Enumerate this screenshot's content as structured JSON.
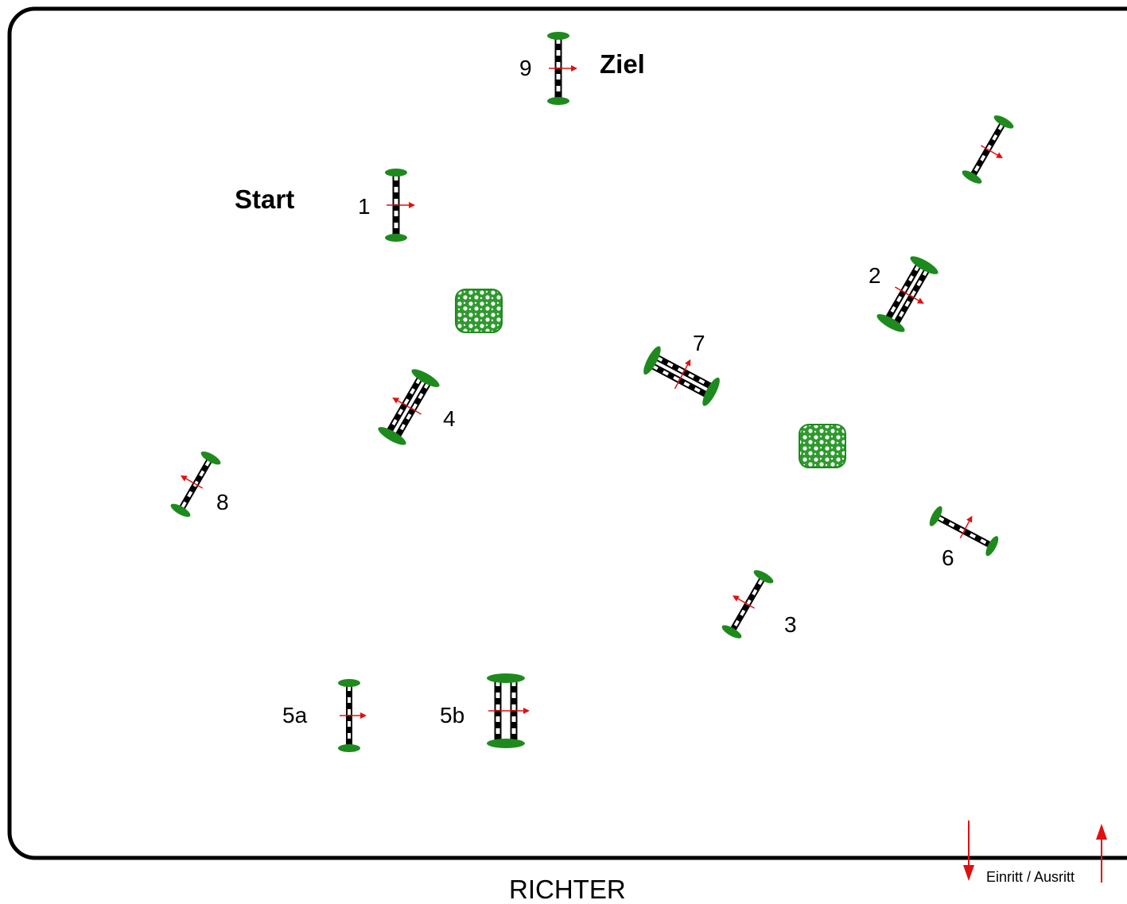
{
  "labels": {
    "start": "Start",
    "ziel": "Ziel",
    "richter": "RICHTER",
    "einritt": "Einritt / Ausritt"
  },
  "obstacle_numbers": {
    "o1": "1",
    "o2": "2",
    "o3": "3",
    "o4": "4",
    "o5a": "5a",
    "o5b": "5b",
    "o6": "6",
    "o7": "7",
    "o8": "8",
    "o9": "9"
  },
  "colors": {
    "arena_border": "#000000",
    "foliage": "#1e8a1e",
    "pole_dark": "#000000",
    "pole_light": "#ffffff",
    "direction_arrow": "#e01010",
    "label_text": "#000000"
  },
  "icons": {
    "obstacle": "jump-fence-icon",
    "bush": "flower-bush-icon",
    "direction": "red-arrow-icon"
  }
}
